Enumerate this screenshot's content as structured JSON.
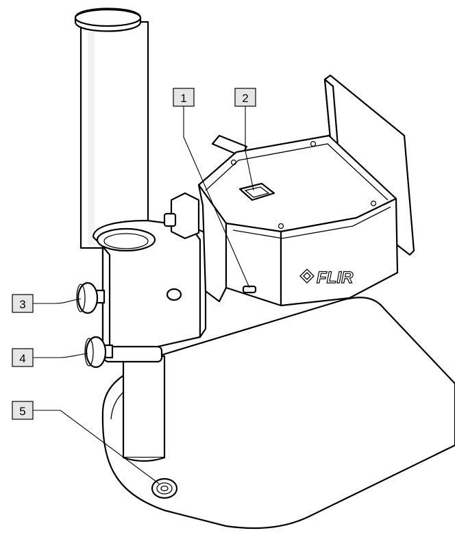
{
  "figure": {
    "brand_logo": "FLIR",
    "callouts": [
      {
        "id": "1",
        "label": "1"
      },
      {
        "id": "2",
        "label": "2"
      },
      {
        "id": "3",
        "label": "3"
      },
      {
        "id": "4",
        "label": "4"
      },
      {
        "id": "5",
        "label": "5"
      }
    ]
  }
}
